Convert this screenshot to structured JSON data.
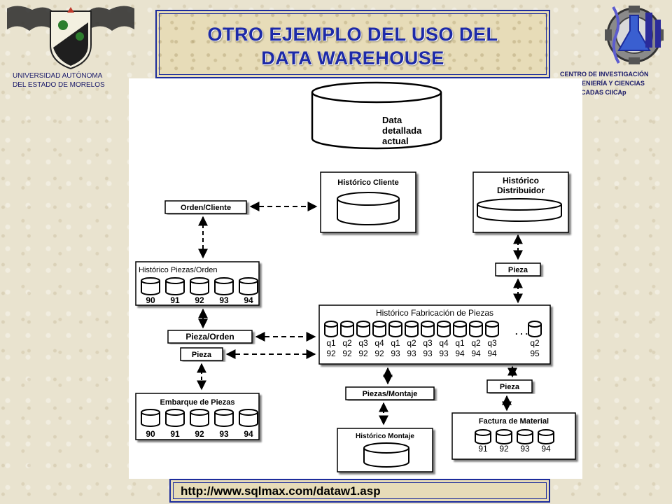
{
  "header": {
    "title_line1": "OTRO EJEMPLO DEL USO DEL",
    "title_line2": "DATA WAREHOUSE",
    "uni_line1": "UNIVERSIDAD  AUTÓNOMA",
    "uni_line2": "DEL ESTADO DE MORELOS",
    "centro_line1": "CENTRO DE INVESTIGACIÓN",
    "centro_line2": "GENIERÍA Y CIENCIAS",
    "centro_line3": "CADAS CIICAp"
  },
  "diagram": {
    "db_main_1": "Data",
    "db_main_2": "detallada",
    "db_main_3": "actual",
    "hist_cliente": "Histórico Cliente",
    "hist_dist_1": "Histórico",
    "hist_dist_2": "Distribuidor",
    "orden_cliente": "Orden/Cliente",
    "hist_piezas_orden": "Histórico Piezas/Orden",
    "years": [
      "90",
      "91",
      "92",
      "93",
      "94"
    ],
    "pieza_right": "Pieza",
    "hist_fab": "Histórico Fabricación de Piezas",
    "fab_q": [
      "q1",
      "q2",
      "q3",
      "q4",
      "q1",
      "q2",
      "q3",
      "q4",
      "q1",
      "q2",
      "q3",
      "q2"
    ],
    "fab_y": [
      "92",
      "92",
      "92",
      "92",
      "93",
      "93",
      "93",
      "93",
      "94",
      "94",
      "94",
      "95"
    ],
    "ellipsis": ". . .",
    "pieza_orden": "Pieza/Orden",
    "pieza_left": "Pieza",
    "piezas_montaje": "Piezas/Montaje",
    "pieza_lower_right": "Pieza",
    "embarque": "Embarque de Piezas",
    "emb_years": [
      "90",
      "91",
      "92",
      "93",
      "94"
    ],
    "hist_montaje": "Histórico Montaje",
    "factura": "Factura de Material",
    "fact_years": [
      "91",
      "92",
      "93",
      "94"
    ]
  },
  "footer": {
    "url": "http://www.sqlmax.com/dataw1.asp"
  }
}
